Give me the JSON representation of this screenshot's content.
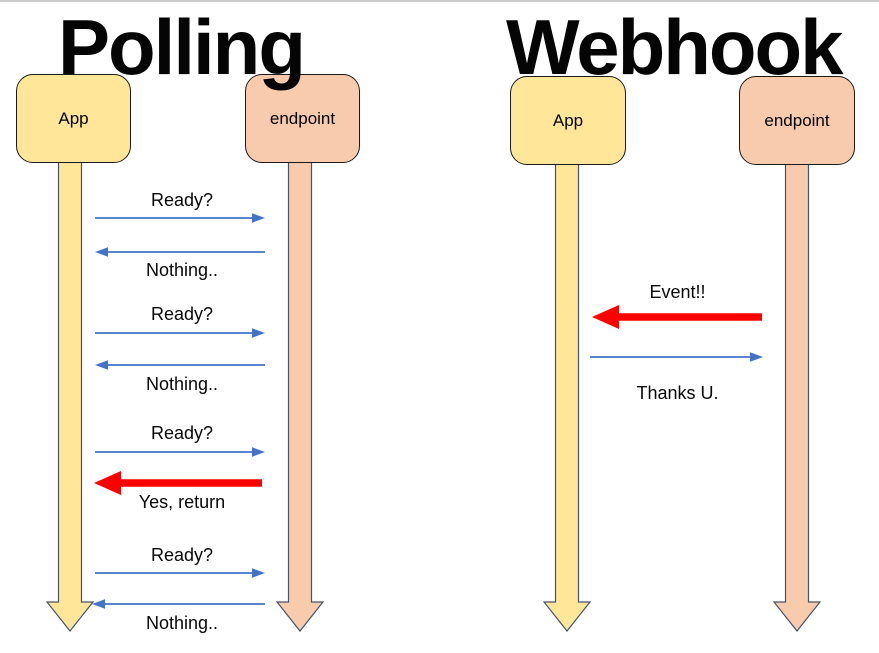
{
  "diagram": {
    "polling": {
      "title": "Polling",
      "actors": [
        {
          "label": "App"
        },
        {
          "label": "endpoint"
        }
      ],
      "messages": [
        {
          "label": "Ready?",
          "from": "App",
          "to": "endpoint",
          "style": "thin-blue"
        },
        {
          "label": "Nothing..",
          "from": "endpoint",
          "to": "App",
          "style": "thin-blue"
        },
        {
          "label": "Ready?",
          "from": "App",
          "to": "endpoint",
          "style": "thin-blue"
        },
        {
          "label": "Nothing..",
          "from": "endpoint",
          "to": "App",
          "style": "thin-blue"
        },
        {
          "label": "Ready?",
          "from": "App",
          "to": "endpoint",
          "style": "thin-blue"
        },
        {
          "label": "Yes, return",
          "from": "endpoint",
          "to": "App",
          "style": "bold-red"
        },
        {
          "label": "Ready?",
          "from": "App",
          "to": "endpoint",
          "style": "thin-blue"
        },
        {
          "label": "Nothing..",
          "from": "endpoint",
          "to": "App",
          "style": "thin-blue"
        }
      ]
    },
    "webhook": {
      "title": "Webhook",
      "actors": [
        {
          "label": "App"
        },
        {
          "label": "endpoint"
        }
      ],
      "messages": [
        {
          "label": "Event!!",
          "from": "endpoint",
          "to": "App",
          "style": "bold-red"
        },
        {
          "label": "Thanks U.",
          "from": "App",
          "to": "endpoint",
          "style": "thin-blue"
        }
      ]
    }
  },
  "colors": {
    "app_fill": "#FFE699",
    "endpoint_fill": "#F8CBAD",
    "message_arrow_blue": "#4472C4",
    "emphasis_arrow_red": "#FF0000",
    "shape_outline": "#44546A",
    "box_border": "#1A1A1A",
    "title_text": "#050505"
  }
}
